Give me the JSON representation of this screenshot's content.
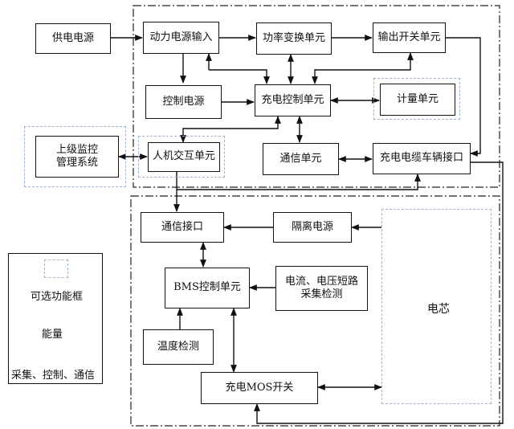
{
  "nodes": {
    "power_supply": "供电电源",
    "power_input": "动力电源输入",
    "power_conversion": "功率变换单元",
    "output_switch": "输出开关单元",
    "control_power": "控制电源",
    "charge_control": "充电控制单元",
    "metering": "计量单元",
    "upper_monitor": "上级监控\n管理系统",
    "hmi": "人机交互单元",
    "comm_unit": "通信单元",
    "cable_interface": "充电电缆车辆接口",
    "comm_interface": "通信接口",
    "isolated_power": "隔离电源",
    "bms_control": "BMS控制单元",
    "current_voltage_detect": "电流、电压短路\n采集检测",
    "cell": "电芯",
    "temp_detect": "温度检测",
    "mos_switch": "充电MOS开关"
  },
  "legend": {
    "optional": "可选功能框",
    "energy": "能量",
    "signal": "采集、控制、通信"
  }
}
